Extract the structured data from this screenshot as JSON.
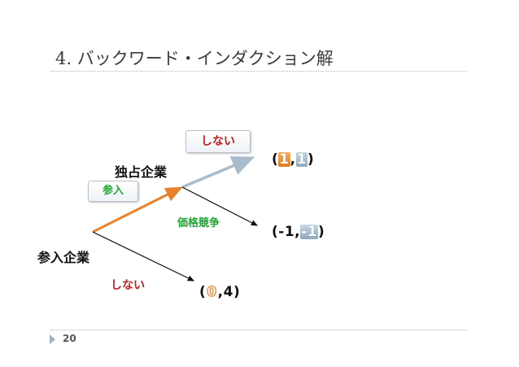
{
  "slide": {
    "title": "4. バックワード・インダクション解",
    "page_number": "20"
  },
  "tree": {
    "entrant_label": "参入企業",
    "incumbent_label": "独占企業",
    "branch_enter": "参入",
    "branch_not_enter": "しない",
    "branch_not_compete": "しない",
    "branch_compete": "価格競争",
    "payoff_not_compete": {
      "open": "(",
      "first": "1",
      "sep": ",",
      "second": "1",
      "close": ")"
    },
    "payoff_compete": {
      "open": "(-",
      "first": "1",
      "sep": ",",
      "second": "-1",
      "close": ")"
    },
    "payoff_not_enter": {
      "open": "(",
      "first": "0",
      "sep": ",",
      "second": "4",
      "close": ")"
    }
  },
  "colors": {
    "enter_branch": "#e8822a",
    "not_compete_branch": "#a9bccb",
    "label_red": "#c0201e",
    "label_green": "#22a532",
    "payoff_highlight_orange": "#e07a1c",
    "payoff_highlight_blue": "#8fa8bb"
  },
  "icons": {
    "page_marker": "triangle-right-icon"
  }
}
